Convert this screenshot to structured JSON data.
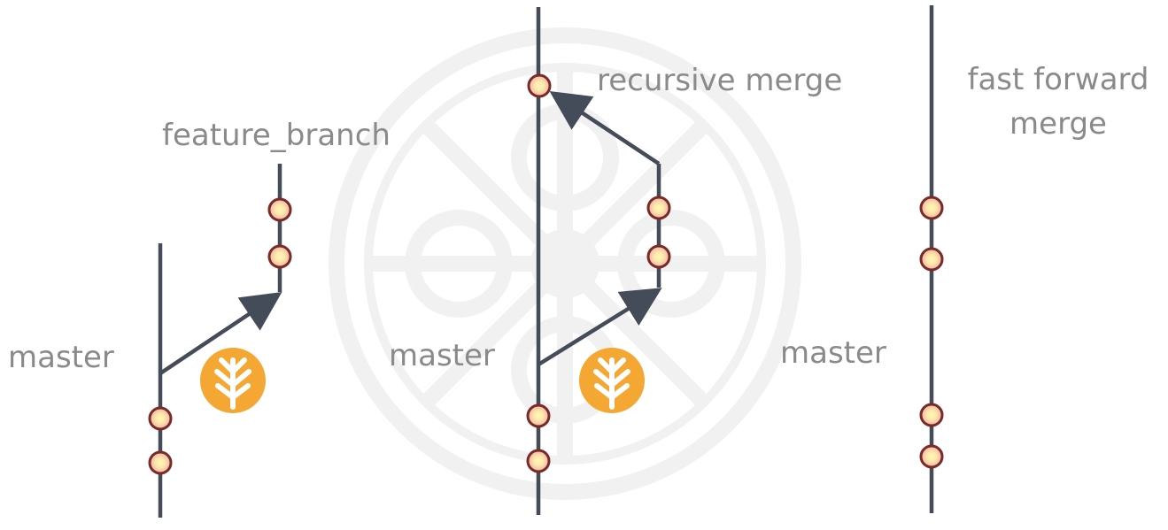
{
  "labels": {
    "feature_branch": "feature_branch",
    "master_left": "master",
    "recursive_merge": "recursive merge",
    "master_middle": "master",
    "fast_forward_merge": "fast forward\nmerge",
    "master_right": "master"
  },
  "colors": {
    "line": "#444b59",
    "commit_outer": "#f0b0ae",
    "commit_inner": "#fbe8a6",
    "commit_stroke": "#7a2a27",
    "badge": "#f4a732",
    "label_text": "#8a8a8a",
    "watermark": "#f2f2f2"
  },
  "icons": {
    "watermark": "flower-watermark-icon",
    "badge": "branch-tree-icon"
  }
}
